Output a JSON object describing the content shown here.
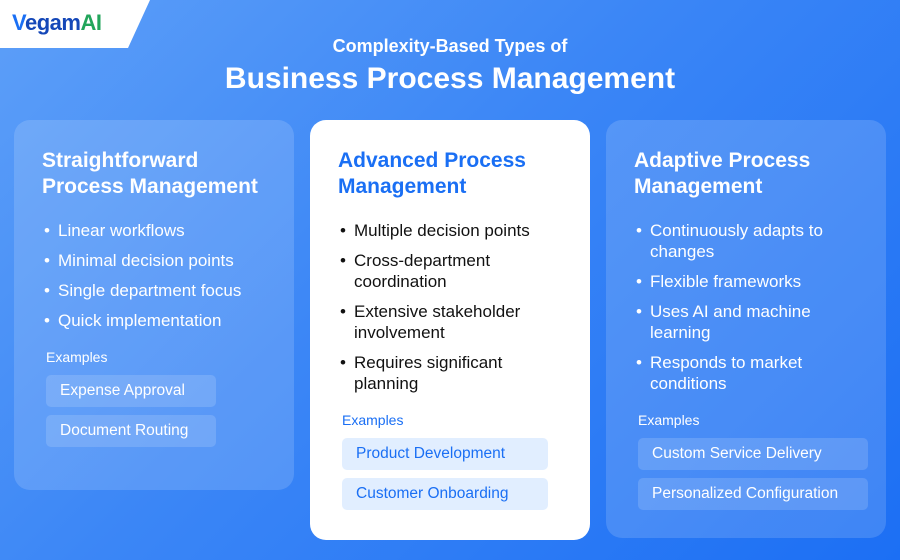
{
  "logo": {
    "v": "V",
    "e": "egam",
    "ai": "AI"
  },
  "header": {
    "subtitle": "Complexity-Based Types of",
    "title": "Business Process Management"
  },
  "cards": [
    {
      "title": "Straightforward Process Management",
      "bullets": [
        "Linear workflows",
        "Minimal decision points",
        "Single department focus",
        "Quick implementation"
      ],
      "examples_label": "Examples",
      "examples": [
        "Expense Approval",
        "Document Routing"
      ]
    },
    {
      "title": "Advanced Process Management",
      "bullets": [
        "Multiple decision points",
        "Cross-department coordination",
        "Extensive stakeholder involvement",
        "Requires significant planning"
      ],
      "examples_label": "Examples",
      "examples": [
        "Product Development",
        "Customer Onboarding"
      ]
    },
    {
      "title": "Adaptive Process Management",
      "bullets": [
        "Continuously adapts to changes",
        "Flexible frameworks",
        "Uses AI and machine learning",
        "Responds to market conditions"
      ],
      "examples_label": "Examples",
      "examples": [
        "Custom Service Delivery",
        "Personalized Configuration"
      ]
    }
  ]
}
